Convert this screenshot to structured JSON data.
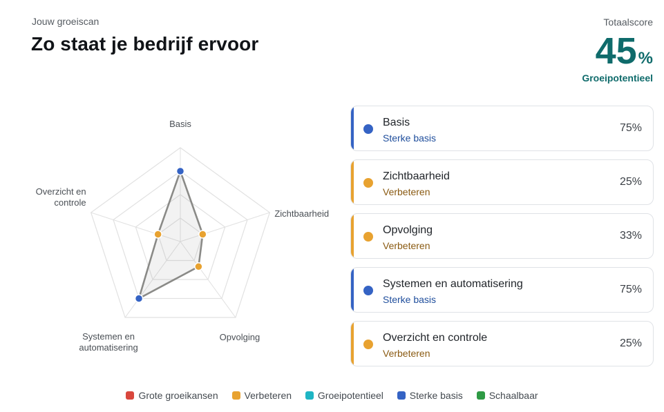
{
  "header": {
    "subtitle": "Jouw groeiscan",
    "title": "Zo staat je bedrijf ervoor",
    "total_label": "Totaalscore",
    "total_value": "45",
    "total_unit": "%",
    "total_caption": "Groeipotentieel"
  },
  "colors": {
    "accent": "#0f6b6b",
    "blue": "#3563c4",
    "orange": "#e8a230",
    "red": "#d9473d",
    "teal": "#1fb5c4",
    "green": "#2e9a44",
    "grid": "#e1e1e1",
    "polygon_stroke": "#8a8a87",
    "status_blue_text": "#1f4e9c",
    "status_orange_text": "#8a5a12"
  },
  "chart_data": {
    "type": "radar",
    "categories": [
      "Basis",
      "Zichtbaarheid",
      "Opvolging",
      "Systemen en automatisering",
      "Overzicht en controle"
    ],
    "values": [
      75,
      25,
      33,
      75,
      25
    ],
    "range": [
      0,
      100
    ],
    "grid_levels": 4,
    "legend_position": "bottom",
    "point_colors": [
      "#3563c4",
      "#e8a230",
      "#e8a230",
      "#3563c4",
      "#e8a230"
    ]
  },
  "cards": [
    {
      "name": "Basis",
      "status": "Sterke basis",
      "score": "75%",
      "color": "#3563c4",
      "status_color": "#1f4e9c"
    },
    {
      "name": "Zichtbaarheid",
      "status": "Verbeteren",
      "score": "25%",
      "color": "#e8a230",
      "status_color": "#8a5a12"
    },
    {
      "name": "Opvolging",
      "status": "Verbeteren",
      "score": "33%",
      "color": "#e8a230",
      "status_color": "#8a5a12"
    },
    {
      "name": "Systemen en automatisering",
      "status": "Sterke basis",
      "score": "75%",
      "color": "#3563c4",
      "status_color": "#1f4e9c"
    },
    {
      "name": "Overzicht en controle",
      "status": "Verbeteren",
      "score": "25%",
      "color": "#e8a230",
      "status_color": "#8a5a12"
    }
  ],
  "legend": [
    {
      "label": "Grote groeikansen",
      "color": "#d9473d"
    },
    {
      "label": "Verbeteren",
      "color": "#e8a230"
    },
    {
      "label": "Groeipotentieel",
      "color": "#1fb5c4"
    },
    {
      "label": "Sterke basis",
      "color": "#3563c4"
    },
    {
      "label": "Schaalbaar",
      "color": "#2e9a44"
    }
  ]
}
